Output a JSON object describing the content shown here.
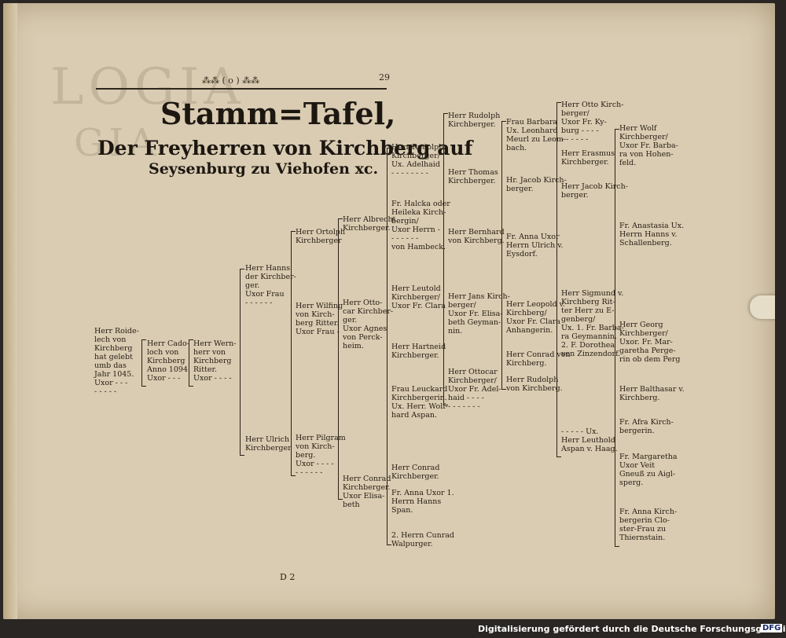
{
  "page_header": {
    "ornament": "⁂⁂ ( o ) ⁂⁂",
    "page_number": "29"
  },
  "title": {
    "line1": "Stamm=Tafel,",
    "line2": "Der Freyherren von Kirchberg auf",
    "line3": "Seysenburg zu Viehofen xc."
  },
  "signature_mark": "D 2",
  "footer": {
    "text": "Digitalisierung gefördert durch die Deutsche Forschungsgemeinschaft",
    "logo": "DFG"
  },
  "entries": {
    "roideloch": "Herr Roide-\nlech von\nKirchberg\nhat gelebt\numb das\nJahr 1045.\nUxor - - -\n- - - - -",
    "cadoloch": "Herr Cado-\nloch von\nKirchberg\nAnno 1094.\nUxor - - -",
    "wernherr": "Herr Wern-\nherr von\nKirchberg\nRitter.\nUxor - - - -",
    "hanns": "Herr Hanns\nder Kirchber-\nger.\nUxor Frau\n- - - - - -",
    "ulrich": "Herr Ulrich\nKirchberger",
    "ortolph": "Herr Ortolph\nKirchberger",
    "wilfing": "Herr Wilfing\nvon Kirch-\nberg Ritter.\nUxor Frau -",
    "pilgram": "Herr Pilgram\nvon Kirch-\nberg.\nUxor - - - -\n- - - - - -",
    "albrecht": "Herr Albrecht\nKirchberger.",
    "ottocar1": "Herr Otto-\ncar Kirchber-\nger.\nUxor Agnes\nvon Perck-\nheim.",
    "conrad1": "Herr Conrad\nKirchberger.\nUxor Elisa-\nbeth",
    "rudolph1": "Herr Rudolph\nKirchberger/\nUx. Adelhaid\n- - - - - - - -",
    "halcka": "Fr. Halcka oder\nHeileka Kirch-\nbergin/\nUxor Herrn -\n- - - - - -\nvon Hambeck.",
    "leutold1": "Herr Leutold\nKirchberger/\nUxor Fr. Clara",
    "hartneid": "Herr Hartneid\nKirchberger.",
    "leuckard": "Frau Leuckard\nKirchbergerin.\nUx. Herr. Wolf-\nhard Aspan.",
    "conrad2": "Herr Conrad\nKirchberger.",
    "anna1": "Fr. Anna Uxor 1.\nHerrn Hanns\nSpan.",
    "conrad3": "2. Herrn Cunrad\nWalpurger.",
    "rudolph2": "Herr Rudolph\nKirchberger.",
    "thomas": "Herr Thomas\nKirchberger.",
    "bernhard": "Herr Bernhard\nvon Kirchberg.",
    "jans": "Herr Jans Kirch-\nberger/\nUxor Fr. Elisa-\nbeth Geyman-\nnin.",
    "ottocar2": "Herr Ottocar\nKirchberger/\nUxor Fr. Adel-\nhaid - - - -\n- - - - - - -",
    "barbara1": "Frau Barbara\nUx. Leonhard\nMeurl zu Leom-\nbach.",
    "jacob1": "Hr. Jacob Kirch-\nberger.",
    "anna2": "Fr. Anna Uxor\nHerrn Ulrich v.\nEysdorf.",
    "leopold": "Herr Leopold v.\nKirchberg/\nUxor Fr. Clara\nAnhangerin.",
    "conrad4": "Herr Conrad von\nKirchberg.",
    "rudolph3": "Herr Rudolph\nvon Kirchberg.",
    "otto": "Herr Otto Kirch-\nberger/\nUxor Fr. Ky-\nburg - - - -\n- - - - - -",
    "erasmus": "Herr Erasmus\nKirchberger.",
    "jacob2": "Herr Jacob Kirch-\nberger.",
    "sigmund": "Herr Sigmund v.\nKirchberg Rit-\nter Herr zu E-\ngenberg/\nUx. 1. Fr. Barba-\nra Geymannin.\n2. F. Dorothea\nvon Zinzendorf.",
    "leuthold2": "- - - - - Ux.\nHerr Leuthold\nAspan v. Haag.",
    "wolf": "Herr Wolf\nKirchberger/\nUxor Fr. Barba-\nra von Hohen-\nfeld.",
    "anastasia": "Fr. Anastasia Ux.\nHerrn Hanns v.\nSchallenberg.",
    "georg": "Herr Georg\nKirchberger/\nUxor. Fr. Mar-\ngaretha Perge-\nrin ob dem Perg",
    "balthasar": "Herr Balthasar v.\nKirchberg.",
    "afra": "Fr. Afra Kirch-\nbergerin.",
    "margaretha": "Fr. Margaretha\nUxor Veit\nGneuß zu Aigl-\nsperg.",
    "anna3": "Fr. Anna Kirch-\nbergerin Clo-\nster-Frau zu\nThiernstain."
  }
}
